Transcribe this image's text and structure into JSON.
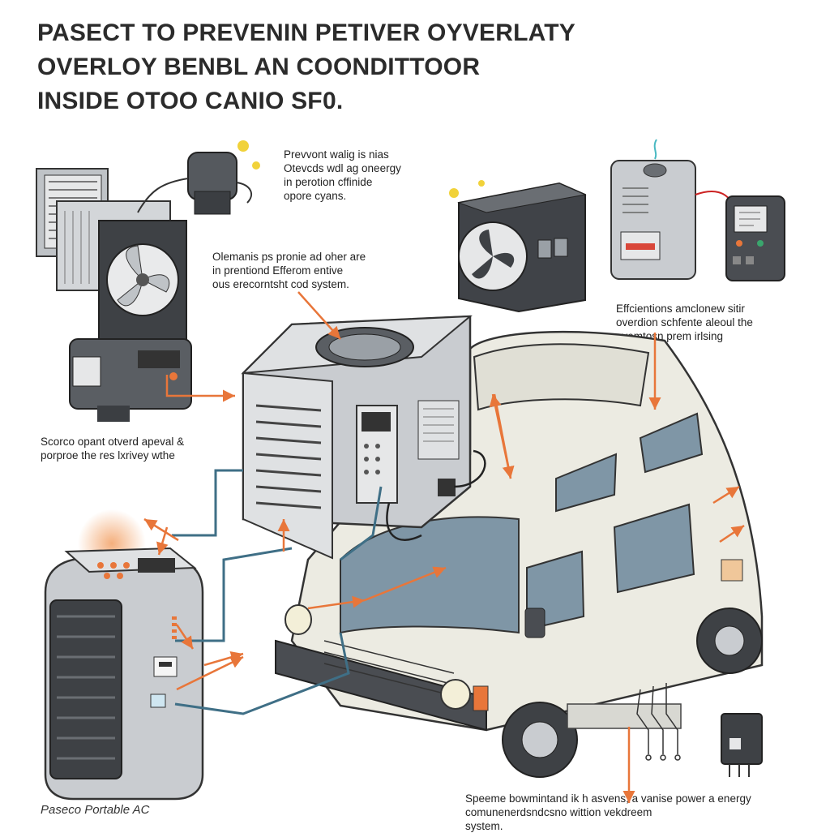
{
  "title_lines": [
    "PASECT TO PREVENIN PETIVER OYVERLATY",
    "OVERLOY BENBL  AN COONDITTOOR",
    "INSIDE OTOO CANIO SF\u00010."
  ],
  "labels": {
    "top_center": [
      "Prevvont walig is nias",
      "Otevcds wdl ag oneergy",
      "in perotion cffinide",
      "opore cyans."
    ],
    "middle_center": [
      "Olemanis ps pronie ad oher are",
      "in prentiond  Efferom entive",
      "ous erecorntsht cod system."
    ],
    "right": [
      "Effcientions amclonew sitir",
      "overdion schfente aleoul the",
      "ovemtosn prem irlsing"
    ],
    "left": [
      "Scorco  opant otverd  apeval &",
      "porproe the res lxrivey wthe"
    ],
    "bottom_right": [
      "Speeme bowmintand ik h asvens, a vanise power a energy",
      "comunenerdsndcsno wittion vekdreem",
      "system."
    ]
  },
  "footer": "Paseco Portable AC",
  "colors": {
    "arrow_orange": "#e8763a",
    "wire_blue": "#3f6f86",
    "van_body": "#ecebe2",
    "unit_gray": "#c9ccd0",
    "dark_gray": "#4a4d52"
  }
}
